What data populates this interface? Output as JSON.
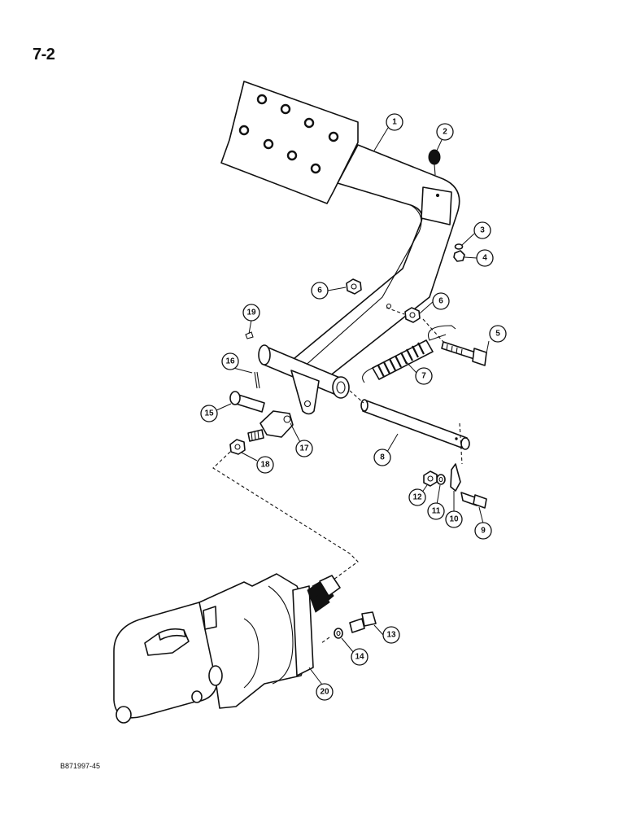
{
  "page": {
    "number": "7-2",
    "footer_code": "B871997-45"
  },
  "callouts": [
    {
      "id": "1",
      "label": "1"
    },
    {
      "id": "2",
      "label": "2"
    },
    {
      "id": "3",
      "label": "3"
    },
    {
      "id": "4",
      "label": "4"
    },
    {
      "id": "5",
      "label": "5"
    },
    {
      "id": "6a",
      "label": "6"
    },
    {
      "id": "6b",
      "label": "6"
    },
    {
      "id": "7",
      "label": "7"
    },
    {
      "id": "8",
      "label": "8"
    },
    {
      "id": "9",
      "label": "9"
    },
    {
      "id": "10",
      "label": "10"
    },
    {
      "id": "11",
      "label": "11"
    },
    {
      "id": "12",
      "label": "12"
    },
    {
      "id": "13",
      "label": "13"
    },
    {
      "id": "14",
      "label": "14"
    },
    {
      "id": "15",
      "label": "15"
    },
    {
      "id": "16",
      "label": "16"
    },
    {
      "id": "17",
      "label": "17"
    },
    {
      "id": "18",
      "label": "18"
    },
    {
      "id": "19",
      "label": "19"
    },
    {
      "id": "20",
      "label": "20"
    }
  ]
}
